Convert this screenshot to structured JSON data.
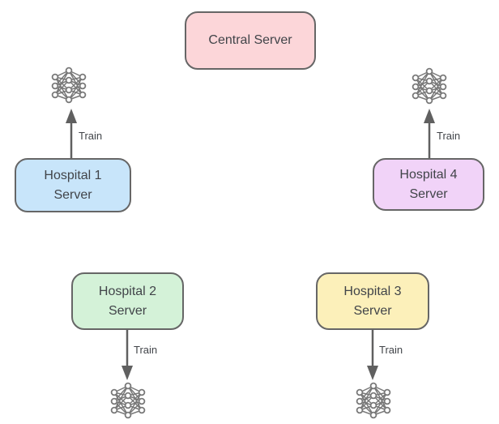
{
  "diagram": {
    "title_hint": "federated-learning-hospitals",
    "central": {
      "label": "Central Server",
      "fill": "#fcd6d9"
    },
    "hospitals": [
      {
        "name": "Hospital 1 Server",
        "line1": "Hospital 1",
        "line2": "Server",
        "fill": "#c8e5fa",
        "train_label": "Train",
        "arrow_direction": "up",
        "icon": "neural-network-icon"
      },
      {
        "name": "Hospital 2 Server",
        "line1": "Hospital 2",
        "line2": "Server",
        "fill": "#d4f2d8",
        "train_label": "Train",
        "arrow_direction": "down",
        "icon": "neural-network-icon"
      },
      {
        "name": "Hospital 3 Server",
        "line1": "Hospital 3",
        "line2": "Server",
        "fill": "#fcf0ba",
        "train_label": "Train",
        "arrow_direction": "down",
        "icon": "neural-network-icon"
      },
      {
        "name": "Hospital 4 Server",
        "line1": "Hospital 4",
        "line2": "Server",
        "fill": "#f1d3f8",
        "train_label": "Train",
        "arrow_direction": "up",
        "icon": "neural-network-icon"
      }
    ],
    "edges": [
      {
        "from": "Hospital 1 Server",
        "to": "neural-network-icon",
        "label": "Train"
      },
      {
        "from": "Hospital 2 Server",
        "to": "neural-network-icon",
        "label": "Train"
      },
      {
        "from": "Hospital 3 Server",
        "to": "neural-network-icon",
        "label": "Train"
      },
      {
        "from": "Hospital 4 Server",
        "to": "neural-network-icon",
        "label": "Train"
      }
    ]
  },
  "colors": {
    "background": "#ffffff",
    "node_border": "#666666",
    "text": "#414449",
    "arrow": "#606060",
    "icon": "#787878"
  }
}
